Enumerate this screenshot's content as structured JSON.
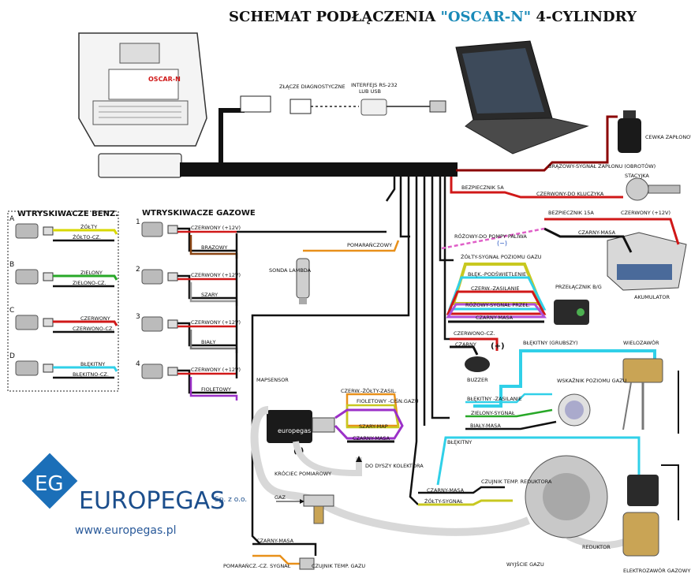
{
  "title": {
    "prefix": "SCHEMAT PODŁĄCZENIA ",
    "accent": "\"OSCAR-N\"",
    "suffix": " 4-CYLINDRY",
    "accent_color": "#1a8ab8"
  },
  "ecu": {
    "logo_text": "OSCAR-N"
  },
  "diag": {
    "connector": "ZŁĄCZE DIAGNOSTYCZNE",
    "interface_line1": "INTERFEJS RS-232",
    "interface_line2": "LUB USB"
  },
  "right_top": {
    "coil": "CEWKA ZAPŁONOWA",
    "brown_signal": "BRĄZOWY-SYGNAŁ ZAPŁONU (OBROTÓW)",
    "ignition": "STACYJKA",
    "fuse5": "BEZPIECZNIK 5A",
    "red_key": "CZERWONY-DO KLUCZYKA",
    "fuse15": "BEZPIECZNIK 15A",
    "red12": "CZERWONY (+12V)",
    "black_ground": "CZARNY-MASA",
    "battery": "AKUMULATOR"
  },
  "petrol_injectors": {
    "header": "WTRYSKIWACZE BENZ.",
    "rows": [
      {
        "letter": "A",
        "wire1": "ŻÓŁTY",
        "wire2": "ŻÓŁTO-CZ.",
        "color": "#d8d800"
      },
      {
        "letter": "B",
        "wire1": "ZIELONY",
        "wire2": "ZIELONO-CZ.",
        "color": "#28a828"
      },
      {
        "letter": "C",
        "wire1": "CZERWONY",
        "wire2": "CZERWONO-CZ.",
        "color": "#d01818"
      },
      {
        "letter": "D",
        "wire1": "BŁĘKITNY",
        "wire2": "BŁĘKITNO-CZ.",
        "color": "#30d0e8"
      }
    ]
  },
  "gas_injectors": {
    "header": "WTRYSKIWACZE GAZOWE",
    "rows": [
      {
        "num": "1",
        "plus": "CZERWONY (+12V)",
        "signal": "BRĄZOWY",
        "color": "#8b4513"
      },
      {
        "num": "2",
        "plus": "CZERWONY (+12V)",
        "signal": "SZARY",
        "color": "#999999"
      },
      {
        "num": "3",
        "plus": "CZERWONY (+12V)",
        "signal": "BIAŁY",
        "color": "#ffffff"
      },
      {
        "num": "4",
        "plus": "CZERWONY (+12V)",
        "signal": "FIOLETOWY",
        "color": "#9b30c8"
      }
    ]
  },
  "middle": {
    "orange": "POMARAŃCZOWY",
    "lambda": "SONDA LAMBDA",
    "pink_pump": "RÓŻOWY-DO POMPY PALIWA",
    "minus": "(−)",
    "yellow_level": "ŻÓŁTY-SYGNAŁ POZIOMU GAZU",
    "blue_light": "BŁĘK.-PODŚWIETLENIE",
    "red_supply": "CZERW.-ZASILANIE",
    "pink_switch": "RÓŻOWY-SYGNAŁ PRZEŁ.",
    "black_mass": "CZARNY-MASA",
    "switch": "PRZEŁĄCZNIK B/G",
    "red_black": "CZERWONO-CZ.",
    "black": "CZARNY",
    "plus": "(+)",
    "buzzer": "BUZZER"
  },
  "map": {
    "sensor": "MAPSENSOR",
    "red_yellow": "CZERW.-ŻÓŁTY-ZASIL.",
    "violet": "FIOLETOWY -CIŚN.GAZU",
    "grey": "SZARY-MAP",
    "black": "CZARNY-MASA",
    "minus": "(-)",
    "brand": "europegas"
  },
  "right_mid": {
    "blue_thick": "BŁĘKITNY (GRUBSZY)",
    "multivalve": "WIELOZAWÓR",
    "level_indicator": "WSKAŹNIK POZIOMU GAZU",
    "blue_supply": "BŁĘKITNY -ZASILANIE",
    "green_signal": "ZIELONY-SYGNAŁ",
    "white_mass": "BIAŁY-MASA",
    "blue": "BŁĘKITNY"
  },
  "bottom": {
    "to_manifold": "DO DYSZY KOLEKTORA",
    "pressure_nozzle": "KRÓCIEC POMIAROWY",
    "gas": "GAZ",
    "black_mass": "CZARNY-MASA",
    "yellow_signal": "ŻÓŁTY-SYGNAŁ",
    "temp_reducer": "CZUJNIK TEMP. REDUKTORA",
    "reducer": "REDUKTOR",
    "black_mass2": "CZARNY-MASA",
    "orange_black": "POMARAŃCZ.-CZ. SYGNAŁ",
    "temp_gas": "CZUJNIK TEMP. GAZU",
    "gas_out": "WYJŚCIE GAZU",
    "solenoid": "ELEKTROZAWÓR GAZOWY"
  },
  "logo": {
    "word": "EUROPEGAS",
    "suffix": "Sp. z o.o.",
    "url": "www.europegas.pl",
    "mono": "EG"
  }
}
